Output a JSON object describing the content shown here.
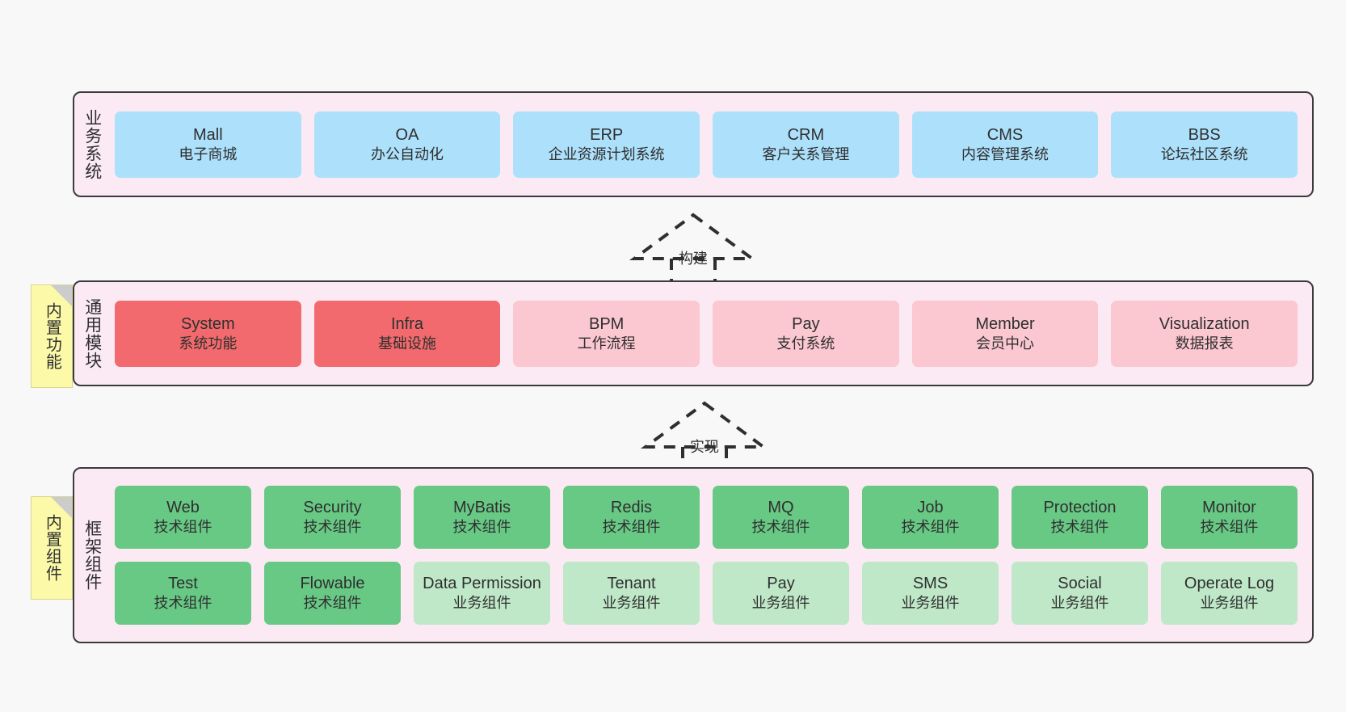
{
  "diagram": {
    "background_color": "#f8f8f8",
    "layer_fill": "#fbeaf4",
    "layer_border": "#3b3b3b",
    "note_fill": "#fcfaa8"
  },
  "layers": [
    {
      "id": "business-systems",
      "title": "业务系统",
      "cards": [
        {
          "en": "Mall",
          "cn": "电子商城",
          "color": "#ace0fb"
        },
        {
          "en": "OA",
          "cn": "办公自动化",
          "color": "#ace0fb"
        },
        {
          "en": "ERP",
          "cn": "企业资源计划系统",
          "color": "#ace0fb"
        },
        {
          "en": "CRM",
          "cn": "客户关系管理",
          "color": "#ace0fb"
        },
        {
          "en": "CMS",
          "cn": "内容管理系统",
          "color": "#ace0fb"
        },
        {
          "en": "BBS",
          "cn": "论坛社区系统",
          "color": "#ace0fb"
        }
      ]
    },
    {
      "id": "common-modules",
      "title": "通用模块",
      "note": "内置功能",
      "cards": [
        {
          "en": "System",
          "cn": "系统功能",
          "color": "#f26a6d"
        },
        {
          "en": "Infra",
          "cn": "基础设施",
          "color": "#f26a6d"
        },
        {
          "en": "BPM",
          "cn": "工作流程",
          "color": "#fbc7d0"
        },
        {
          "en": "Pay",
          "cn": "支付系统",
          "color": "#fbc7d0"
        },
        {
          "en": "Member",
          "cn": "会员中心",
          "color": "#fbc7d0"
        },
        {
          "en": "Visualization",
          "cn": "数据报表",
          "color": "#fbc7d0"
        }
      ]
    },
    {
      "id": "framework-components",
      "title": "框架组件",
      "note": "内置组件",
      "rows": [
        [
          {
            "en": "Web",
            "cn": "技术组件",
            "color": "#68c985"
          },
          {
            "en": "Security",
            "cn": "技术组件",
            "color": "#68c985"
          },
          {
            "en": "MyBatis",
            "cn": "技术组件",
            "color": "#68c985"
          },
          {
            "en": "Redis",
            "cn": "技术组件",
            "color": "#68c985"
          },
          {
            "en": "MQ",
            "cn": "技术组件",
            "color": "#68c985"
          },
          {
            "en": "Job",
            "cn": "技术组件",
            "color": "#68c985"
          },
          {
            "en": "Protection",
            "cn": "技术组件",
            "color": "#68c985"
          },
          {
            "en": "Monitor",
            "cn": "技术组件",
            "color": "#68c985"
          }
        ],
        [
          {
            "en": "Test",
            "cn": "技术组件",
            "color": "#68c985"
          },
          {
            "en": "Flowable",
            "cn": "技术组件",
            "color": "#68c985"
          },
          {
            "en": "Data Permission",
            "cn": "业务组件",
            "color": "#bfe8c8"
          },
          {
            "en": "Tenant",
            "cn": "业务组件",
            "color": "#bfe8c8"
          },
          {
            "en": "Pay",
            "cn": "业务组件",
            "color": "#bfe8c8"
          },
          {
            "en": "SMS",
            "cn": "业务组件",
            "color": "#bfe8c8"
          },
          {
            "en": "Social",
            "cn": "业务组件",
            "color": "#bfe8c8"
          },
          {
            "en": "Operate Log",
            "cn": "业务组件",
            "color": "#bfe8c8"
          }
        ]
      ]
    }
  ],
  "arrows": [
    {
      "id": "build-arrow",
      "label": "构建"
    },
    {
      "id": "implement-arrow",
      "label": "实现"
    }
  ]
}
